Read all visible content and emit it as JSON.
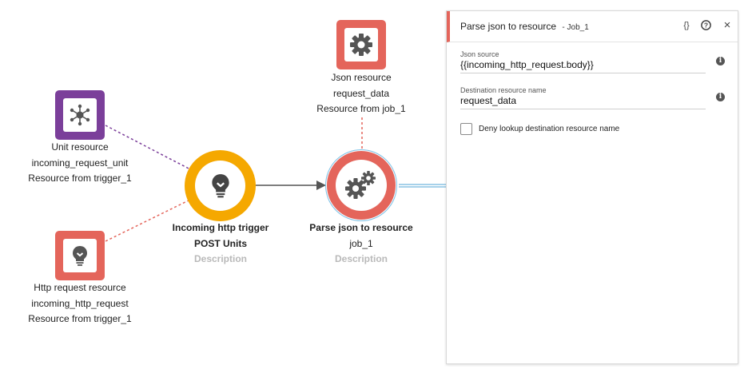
{
  "nodes": {
    "unit_resource": {
      "line1": "Unit resource",
      "line2": "incoming_request_unit",
      "line3": "Resource from trigger_1",
      "icon": "network-icon",
      "color": "#7b3f9a"
    },
    "http_request_resource": {
      "line1": "Http request resource",
      "line2": "incoming_http_request",
      "line3": "Resource from trigger_1",
      "icon": "lightbulb-icon",
      "color": "#e4655b"
    },
    "json_resource": {
      "line1": "Json resource",
      "line2": "request_data",
      "line3": "Resource from job_1",
      "icon": "gear-icon",
      "color": "#e4655b"
    },
    "trigger": {
      "title": "Incoming http trigger",
      "subtitle": "POST Units",
      "description": "Description",
      "icon": "lightbulb-icon",
      "color": "#f5a800"
    },
    "job": {
      "title": "Parse json to resource",
      "subtitle": "job_1",
      "description": "Description",
      "icon": "gears-icon",
      "color": "#e4655b"
    }
  },
  "panel": {
    "title": "Parse json to resource",
    "subtitle": "- Job_1",
    "buttons": {
      "code": "{}",
      "help": "?",
      "close": "×"
    },
    "fields": [
      {
        "label": "Json source",
        "value": "{{incoming_http_request.body}}"
      },
      {
        "label": "Destination resource name",
        "value": "request_data"
      }
    ],
    "checkbox": {
      "label": "Deny lookup destination resource name",
      "checked": false
    },
    "accent_color": "#e4655b"
  }
}
